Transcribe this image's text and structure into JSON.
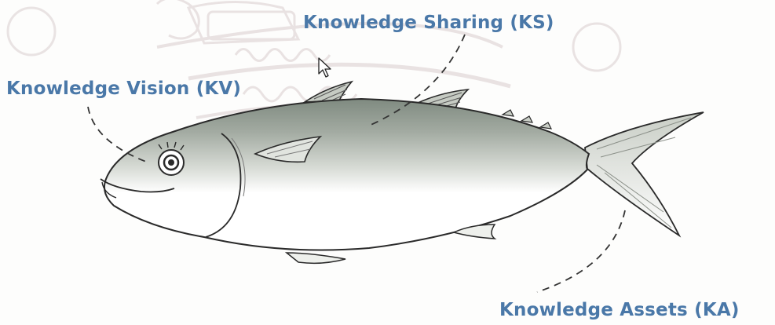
{
  "labels": {
    "knowledge_sharing": "Knowledge Sharing (KS)",
    "knowledge_vision": "Knowledge Vision (KV)",
    "knowledge_assets": "Knowledge Assets (KA)"
  },
  "colors": {
    "label_text": "#4a78a8",
    "outline": "#2a2a2a",
    "dash": "#333333",
    "watermark": "#e9e3e3",
    "fish_back": "#9aa39a",
    "fish_belly": "#ffffff"
  },
  "icons": {
    "cursor": "mouse-pointer-icon",
    "watermark": "university-seal-watermark"
  }
}
